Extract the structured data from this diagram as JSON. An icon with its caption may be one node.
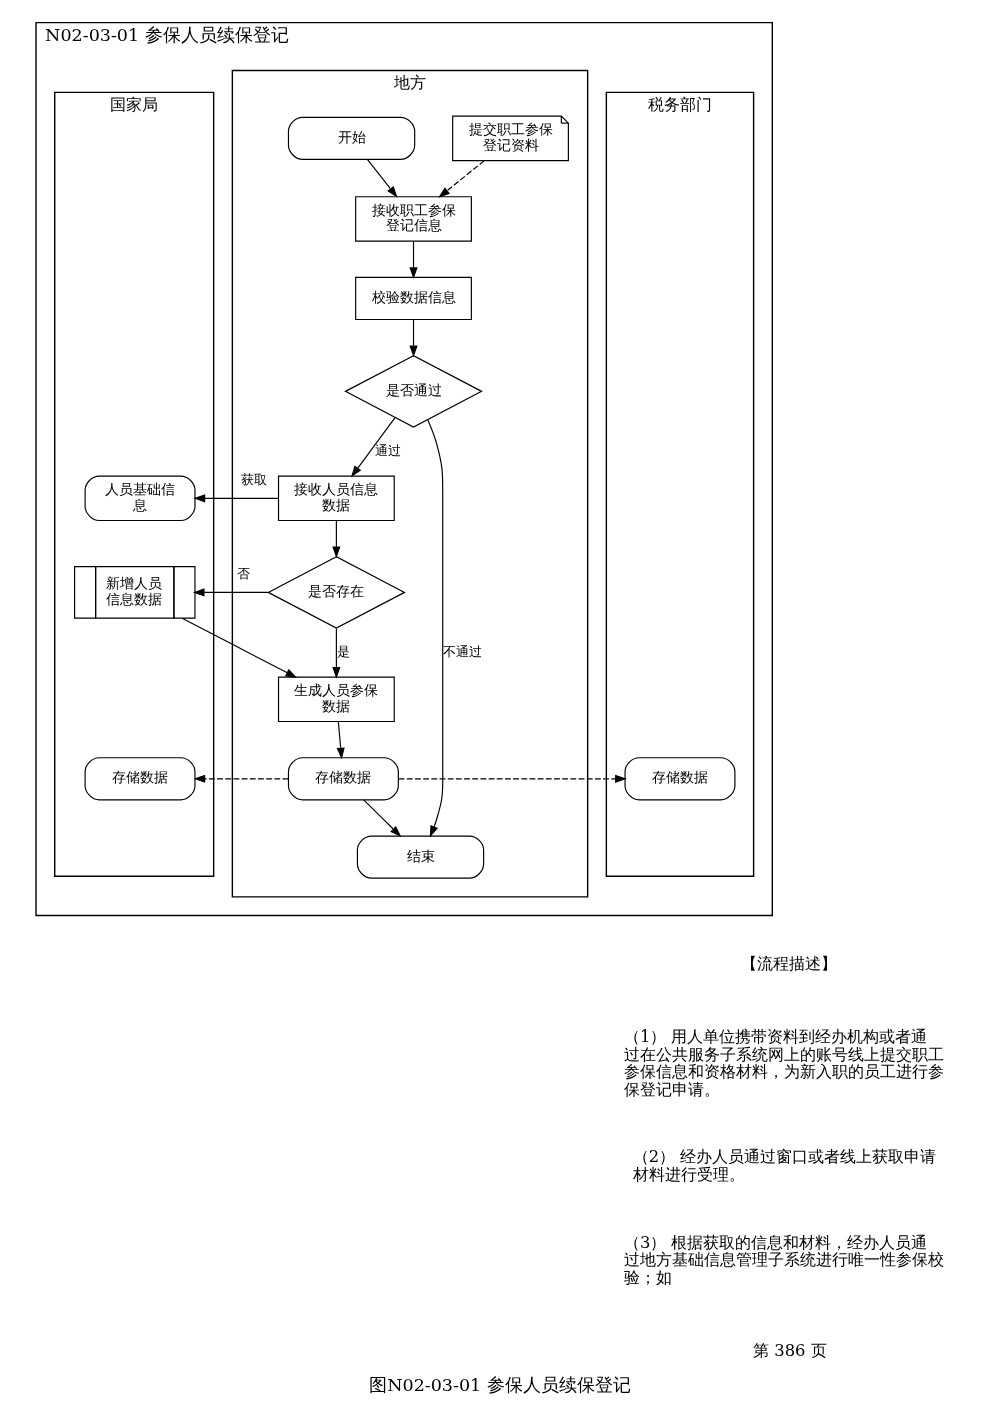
{
  "diagram": {
    "caption": "图N02-03-01 参保人员续保登记",
    "nodes": [
      {
        "text": [
          "N02-03-01 参保人员续保登记"
        ]
      },
      {
        "text": [
          "国家局"
        ],
        "in": 0
      },
      {
        "text": [
          "地方"
        ],
        "in": 0
      },
      {
        "text": [
          "税务部门"
        ],
        "in": 0
      },
      {
        "text": [
          "开始"
        ],
        "in": 2
      },
      {
        "text": [
          "提交职工参保登记资料"
        ],
        "in": 2
      },
      {
        "text": [
          "接收职工参保登记信息"
        ],
        "in": 2
      },
      {
        "text": [
          "校验数据信息"
        ],
        "in": 2
      },
      {
        "text": [
          "是否通过"
        ],
        "in": 2
      },
      {
        "text": [
          "人员基础信息"
        ],
        "in": 1
      },
      {
        "text": [
          "接收人员信息数据"
        ],
        "in": 2
      },
      {
        "text": [
          "新增人员信息数据"
        ],
        "in": 1
      },
      {
        "text": [
          "是否存在"
        ],
        "in": 2
      },
      {
        "text": [
          "生成人员参保数据"
        ],
        "in": 2
      },
      {
        "text": [
          "存储数据"
        ],
        "in": 1
      },
      {
        "text": [
          "存储数据"
        ],
        "in": 2
      },
      {
        "text": [
          "存储数据"
        ],
        "in": 3
      },
      {
        "text": [
          "结束"
        ],
        "in": 2
      }
    ],
    "edges": [
      {
        "from": 4,
        "to": 6,
        "arrow": "to"
      },
      {
        "from": 5,
        "to": 6,
        "arrow": "to",
        "style": "dashed"
      },
      {
        "from": 6,
        "to": 7,
        "arrow": "to"
      },
      {
        "from": 7,
        "to": 8,
        "arrow": "to"
      },
      {
        "from": 8,
        "to": 10,
        "arrow": "to",
        "label": "通过"
      },
      {
        "from": 8,
        "to": 17,
        "arrow": "to",
        "label": "不通过"
      },
      {
        "from": 10,
        "to": 9,
        "arrow": "to",
        "label": "获取"
      },
      {
        "from": 10,
        "to": 12,
        "arrow": "to"
      },
      {
        "from": 12,
        "to": 11,
        "arrow": "to",
        "label": "否"
      },
      {
        "from": 12,
        "to": 13,
        "arrow": "to",
        "label": "是"
      },
      {
        "from": 11,
        "to": 13,
        "arrow": "to"
      },
      {
        "from": 13,
        "to": 15,
        "arrow": "to"
      },
      {
        "from": 15,
        "to": 14,
        "arrow": "to",
        "style": "dashed"
      },
      {
        "from": 15,
        "to": 16,
        "arrow": "to",
        "style": "dashed"
      },
      {
        "from": 15,
        "to": 17,
        "arrow": "to"
      }
    ],
    "labels": [
      "【流程描述】",
      "（1） 用人单位携带资料到经办机构或者通过在公共服务子系统网上的账号线上提交职工参保信息和资格材料，为新入职的员工进行参保登记申请。",
      "（2） 经办人员通过窗口或者线上获取申请材料进行受理。",
      "（3） 根据获取的信息和材料，经办人员通过地方基础信息管理子系统进行唯一性参保校验；如",
      "第 386 页"
    ]
  }
}
